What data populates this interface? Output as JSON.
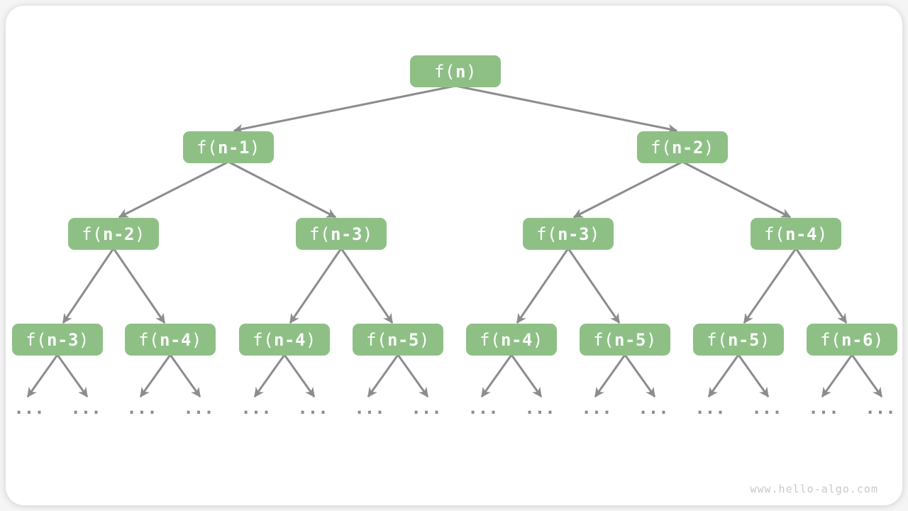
{
  "watermark": "www.hello-algo.com",
  "colors": {
    "page_background": "#f5f5f5",
    "card_background": "#ffffff",
    "node_fill": "#8ec086",
    "node_text": "#ffffff",
    "edge": "#8c8c8c",
    "ellipsis_dots": "#8c8c8c",
    "watermark_text": "#c9c9c9"
  },
  "diagram": {
    "type": "recursion-tree",
    "root": "f(n)",
    "levels": [
      [
        "f(n)"
      ],
      [
        "f(n-1)",
        "f(n-2)"
      ],
      [
        "f(n-2)",
        "f(n-3)",
        "f(n-3)",
        "f(n-4)"
      ],
      [
        "f(n-3)",
        "f(n-4)",
        "f(n-4)",
        "f(n-5)",
        "f(n-4)",
        "f(n-5)",
        "f(n-5)",
        "f(n-6)"
      ]
    ],
    "leaf_ellipsis": "...",
    "leaf_ellipsis_count": 16
  }
}
